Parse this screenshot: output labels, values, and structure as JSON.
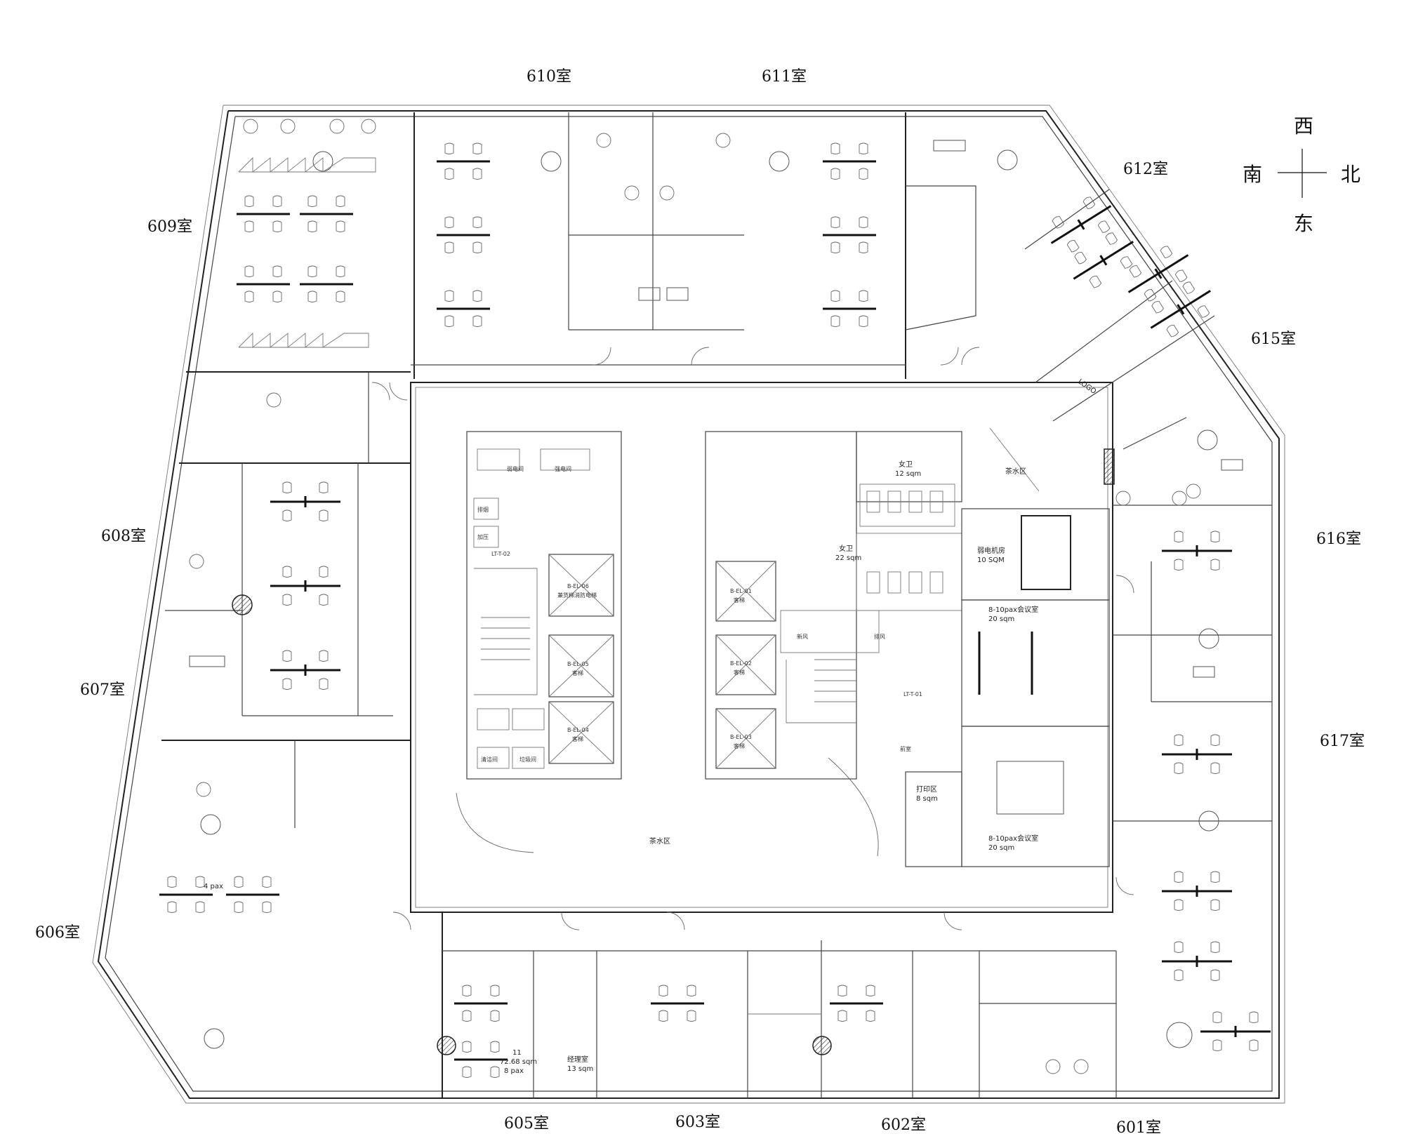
{
  "compass": {
    "north": "北",
    "south": "南",
    "east": "东",
    "west": "西"
  },
  "rooms": [
    {
      "id": "610",
      "label": "610室"
    },
    {
      "id": "611",
      "label": "611室"
    },
    {
      "id": "612",
      "label": "612室"
    },
    {
      "id": "615",
      "label": "615室"
    },
    {
      "id": "616",
      "label": "616室"
    },
    {
      "id": "617",
      "label": "617室"
    },
    {
      "id": "609",
      "label": "609室"
    },
    {
      "id": "608",
      "label": "608室"
    },
    {
      "id": "607",
      "label": "607室"
    },
    {
      "id": "606",
      "label": "606室"
    },
    {
      "id": "605",
      "label": "605室"
    },
    {
      "id": "603",
      "label": "603室"
    },
    {
      "id": "602",
      "label": "602室"
    },
    {
      "id": "601",
      "label": "601室"
    }
  ],
  "core": {
    "weak_elec": "弱电间",
    "strong_elec": "强电间",
    "smoke_exhaust": "排烟",
    "pressurize": "加压",
    "cleaning": "清洁间",
    "refuse": "垃圾间",
    "lt_t_02": "LT-T-02",
    "lt_t_01": "LT-T-01",
    "fire_lift": "B-EL-06",
    "fire_lift_desc": "兼货梯消防电梯",
    "lift_05": "B-EL-05",
    "lift_04": "B-EL-04",
    "lift_01": "B-EL-01",
    "lift_02": "B-EL-02",
    "lift_03": "B-EL-03",
    "passenger_lift": "客梯",
    "pantry_core": "茶水区",
    "pantry_ne": "茶水区",
    "women_wc": "女卫",
    "women_wc_area": "12 sqm",
    "men_wc": "女卫",
    "men_wc_area": "22 sqm",
    "fresh_air": "新风",
    "exhaust": "排风",
    "weak_room": "弱电机房",
    "weak_room_area": "10 SQM",
    "meeting_1": "8-10pax会议室",
    "meeting_1_area": "20 sqm",
    "meeting_2": "8-10pax会议室",
    "meeting_2_area": "20 sqm",
    "print_area": "打印区",
    "print_area_size": "8 sqm",
    "front_room": "前室",
    "room_11": "11",
    "room_11_area": "72.68 sqm",
    "room_11_pax": "8 pax",
    "manager_room": "经理室",
    "manager_area": "13 sqm",
    "four_pax": "4 pax",
    "logo": "LOGO"
  }
}
